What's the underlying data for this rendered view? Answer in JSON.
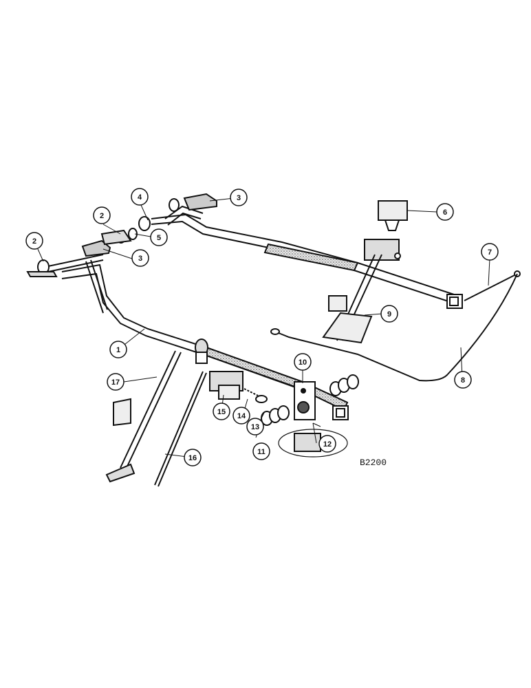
{
  "figure_code": "B2200",
  "callouts": [
    {
      "id": "callout-1",
      "label": "1"
    },
    {
      "id": "callout-2a",
      "label": "2"
    },
    {
      "id": "callout-2b",
      "label": "2"
    },
    {
      "id": "callout-3a",
      "label": "3"
    },
    {
      "id": "callout-3b",
      "label": "3"
    },
    {
      "id": "callout-4",
      "label": "4"
    },
    {
      "id": "callout-5",
      "label": "5"
    },
    {
      "id": "callout-6",
      "label": "6"
    },
    {
      "id": "callout-7",
      "label": "7"
    },
    {
      "id": "callout-8",
      "label": "8"
    },
    {
      "id": "callout-9",
      "label": "9"
    },
    {
      "id": "callout-10",
      "label": "10"
    },
    {
      "id": "callout-11",
      "label": "11"
    },
    {
      "id": "callout-12",
      "label": "12"
    },
    {
      "id": "callout-13",
      "label": "13"
    },
    {
      "id": "callout-14",
      "label": "14"
    },
    {
      "id": "callout-15",
      "label": "15"
    },
    {
      "id": "callout-16",
      "label": "16"
    },
    {
      "id": "callout-17",
      "label": "17"
    }
  ]
}
